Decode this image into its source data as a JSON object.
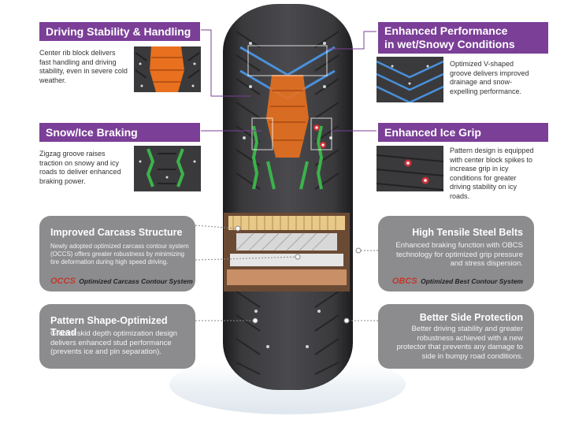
{
  "features": {
    "stability": {
      "title": "Driving Stability & Handling",
      "text": "Center rib block delivers fast handling and driving stability, even in severe cold weather."
    },
    "performance": {
      "title_line1": "Enhanced Performance",
      "title_line2": "in wet/Snowy Conditions",
      "text": "Optimized V-shaped groove delivers improved drainage and snow-expelling performance."
    },
    "braking": {
      "title": "Snow/Ice Braking",
      "text": "Zigzag groove raises traction on snowy and icy roads to deliver enhanced braking power."
    },
    "icegrip": {
      "title": "Enhanced Ice Grip",
      "text": "Pattern design is equipped with center block spikes to increase grip in icy conditions for greater driving stability on icy roads."
    },
    "carcass": {
      "title": "Improved Carcass Structure",
      "text": "Newly adopted optimized carcass contour system (OCCS) offers greater robustness by minimizing tire deformation during high speed driving.",
      "logo_mark": "OCCS",
      "logo_text": "Optimized Carcass Contour System"
    },
    "belts": {
      "title": "High Tensile Steel Belts",
      "text": "Enhanced braking function with OBCS technology for optimized grip pressure and stress dispersion.",
      "logo_mark": "OBCS",
      "logo_text": "Optimized Best Contour System"
    },
    "tread": {
      "title": "Pattern Shape-Optimized Tread",
      "text": "Groove skid depth optimization design delivers enhanced stud performance (prevents ice and pin separation)."
    },
    "side": {
      "title": "Better Side Protection",
      "text": "Better driving stability and greater robustness achieved with a new protector that prevents any damage to side in bumpy road conditions."
    }
  },
  "colors": {
    "purple": "#7b3f97",
    "gray_box": "#8c8c8e",
    "tread_orange": "#e8701e",
    "groove_blue": "#4a90d9",
    "groove_green": "#3bb34a"
  }
}
